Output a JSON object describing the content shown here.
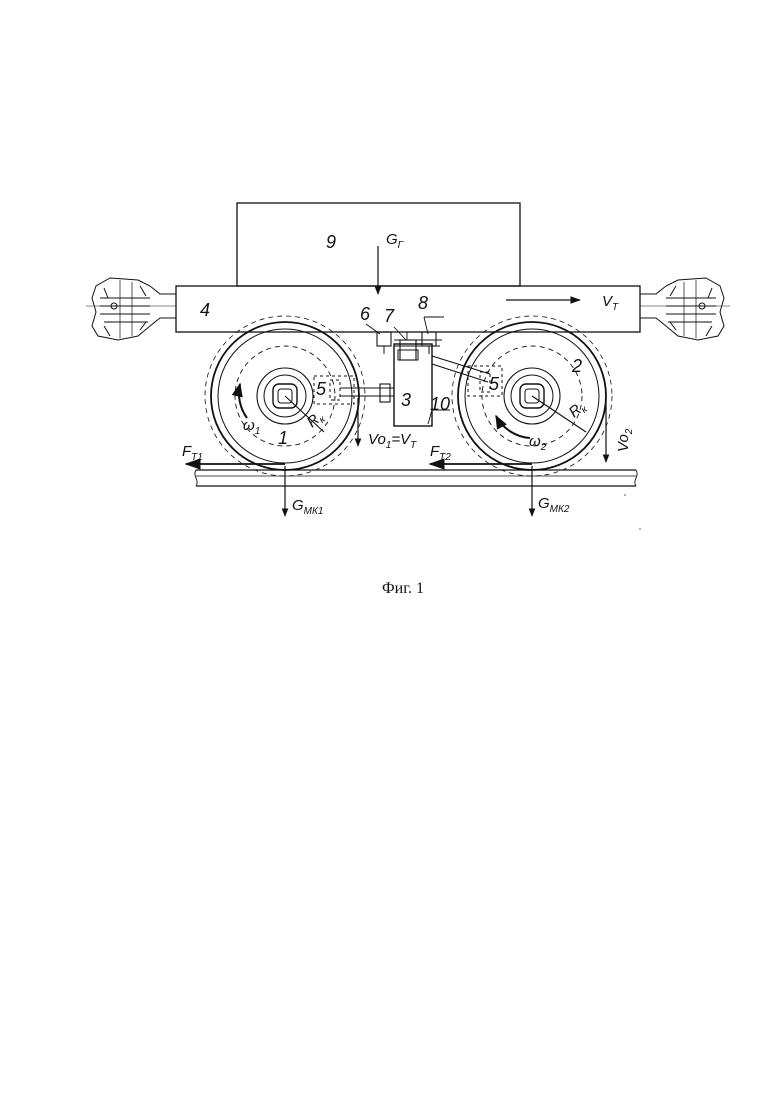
{
  "diagram": {
    "callouts": {
      "n1": "1",
      "n2": "2",
      "n3": "3",
      "n4": "4",
      "n5a": "5",
      "n5b": "5",
      "n6": "6",
      "n7": "7",
      "n8": "8",
      "n9": "9",
      "n10": "10"
    },
    "symbols": {
      "gravity_cargo_main": "G",
      "gravity_cargo_sub": "Г",
      "speed_train_main": "V",
      "speed_train_sub": "Т",
      "radius1_main": "R",
      "radius1_sub": "к",
      "radius2_main": "R",
      "radius2_sub": "к",
      "omega1_main": "ω",
      "omega1_sub": "1",
      "omega2_main": "ω",
      "omega2_sub": "2",
      "v_axle1_a": "Vo",
      "v_axle1_a_sub": "1",
      "v_axle1_b": "=V",
      "v_axle1_b_sub": "Т",
      "v_axle2_main": "Vo",
      "v_axle2_sub": "2",
      "f_t1_main": "F",
      "f_t1_sub": "Т1",
      "f_t2_main": "F",
      "f_t2_sub": "Т2",
      "g_mk1_main": "G",
      "g_mk1_sub": "МК1",
      "g_mk2_main": "G",
      "g_mk2_sub": "МК2"
    },
    "caption": "Фиг. 1"
  }
}
